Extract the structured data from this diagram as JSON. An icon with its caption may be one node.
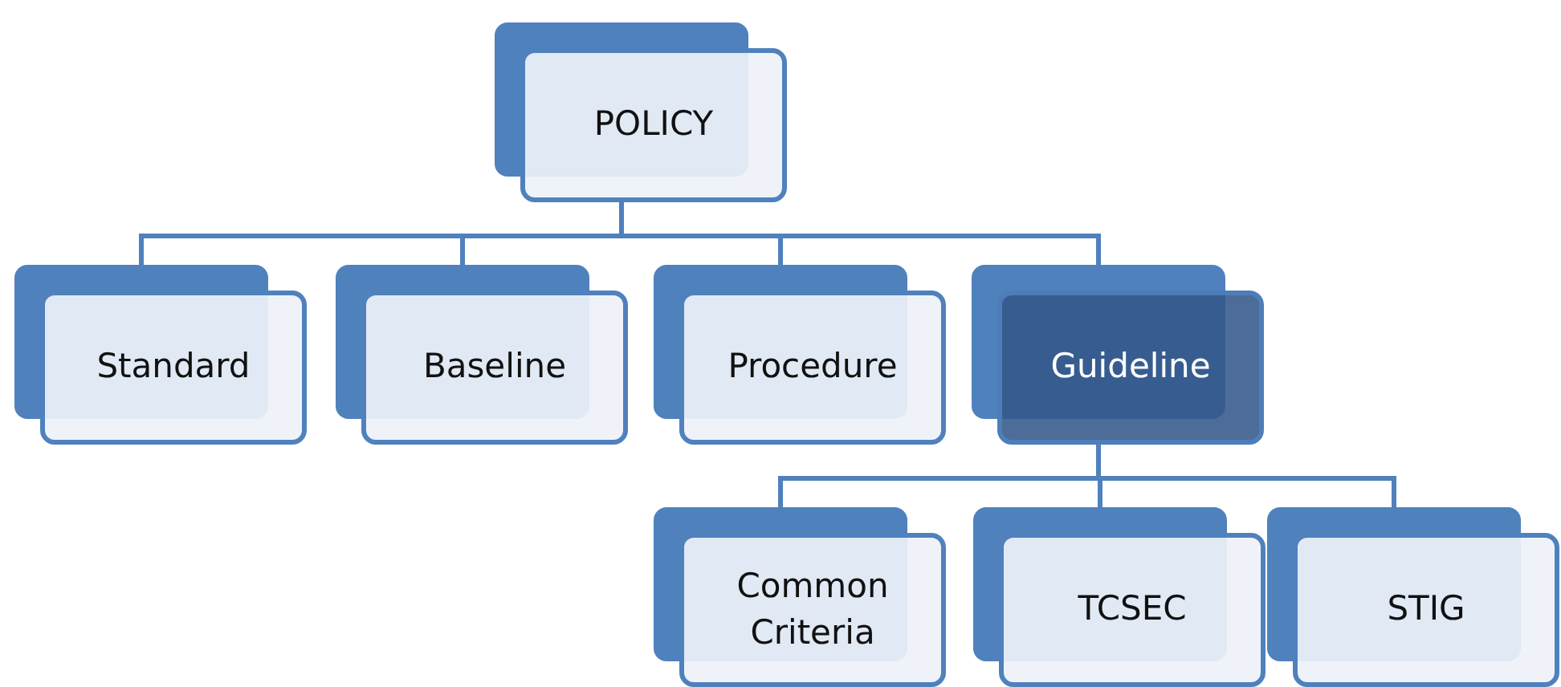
{
  "diagram": {
    "nodes": [
      {
        "text": [
          "POLICY"
        ]
      },
      {
        "text": [
          "Standard"
        ]
      },
      {
        "text": [
          "Baseline"
        ]
      },
      {
        "text": [
          "Procedure"
        ]
      },
      {
        "text": [
          "Guideline"
        ]
      },
      {
        "text": [
          "Common Criteria"
        ]
      },
      {
        "text": [
          "TCSEC"
        ]
      },
      {
        "text": [
          "STIG"
        ]
      }
    ],
    "edges": [
      {
        "from": 0,
        "to": 1,
        "arrow": "none"
      },
      {
        "from": 0,
        "to": 2,
        "arrow": "none"
      },
      {
        "from": 0,
        "to": 3,
        "arrow": "none"
      },
      {
        "from": 0,
        "to": 4,
        "arrow": "none"
      },
      {
        "from": 4,
        "to": 5,
        "arrow": "none"
      },
      {
        "from": 4,
        "to": 6,
        "arrow": "none"
      },
      {
        "from": 4,
        "to": 7,
        "arrow": "none"
      }
    ]
  }
}
